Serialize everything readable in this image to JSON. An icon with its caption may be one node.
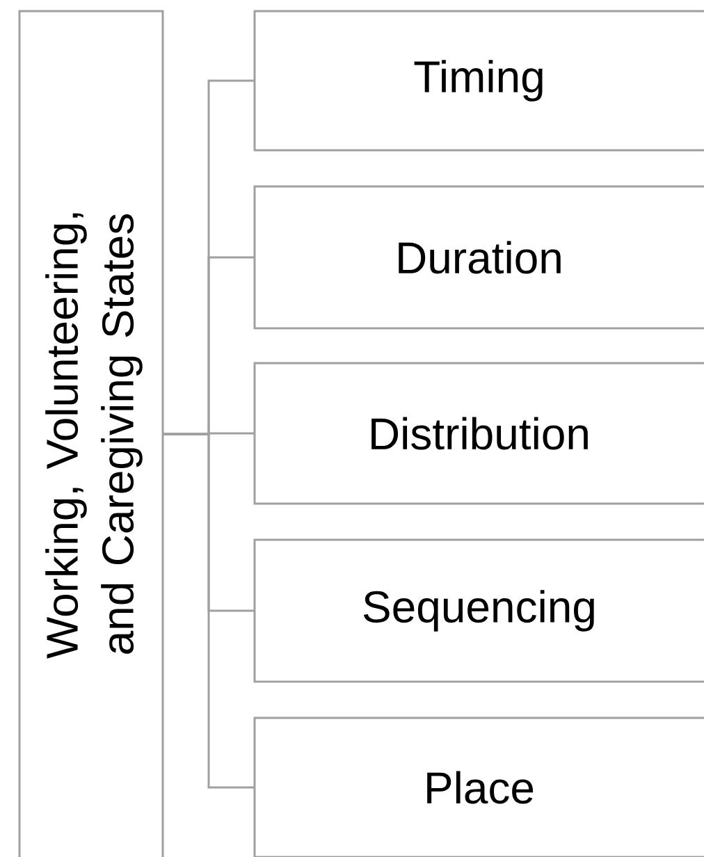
{
  "diagram": {
    "nodes": [
      {
        "text": [
          "Working, Volunteering, and Caregiving States"
        ]
      },
      {
        "text": [
          "Timing"
        ]
      },
      {
        "text": [
          "Duration"
        ]
      },
      {
        "text": [
          "Distribution"
        ]
      },
      {
        "text": [
          "Sequencing"
        ]
      },
      {
        "text": [
          "Place"
        ]
      }
    ],
    "edges": [
      {
        "from": 0,
        "to": 1,
        "arrow": "none"
      },
      {
        "from": 0,
        "to": 2,
        "arrow": "none"
      },
      {
        "from": 0,
        "to": 3,
        "arrow": "none"
      },
      {
        "from": 0,
        "to": 4,
        "arrow": "none"
      },
      {
        "from": 0,
        "to": 5,
        "arrow": "none"
      }
    ]
  }
}
